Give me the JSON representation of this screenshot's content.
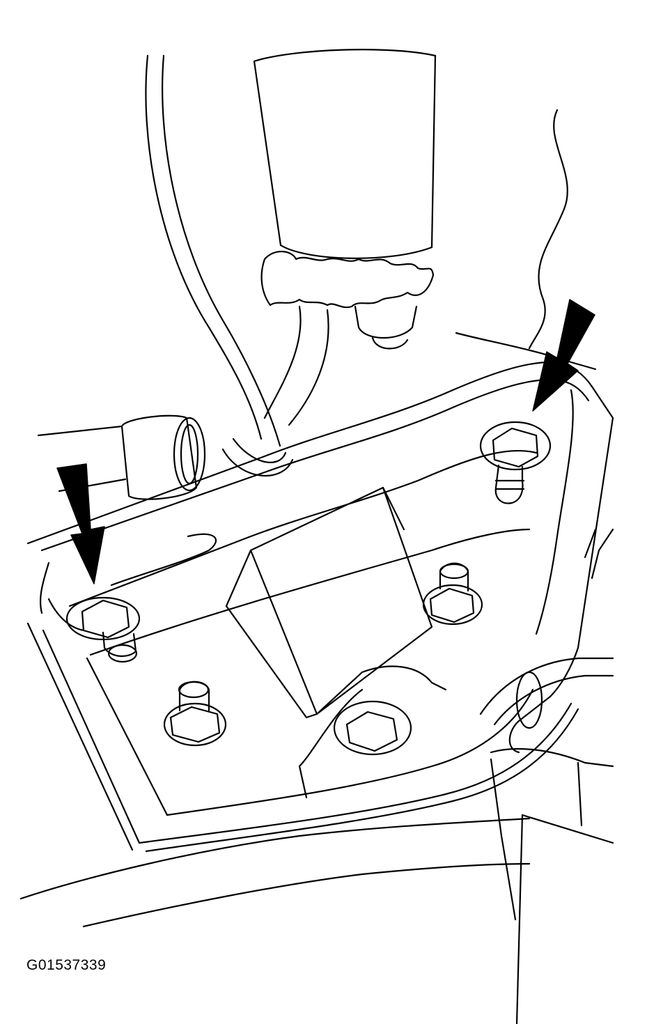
{
  "figure": {
    "id_label": "G01537339",
    "style": "black line-art technical illustration",
    "line_color": "#000000",
    "background_color": "#ffffff",
    "callouts": [
      {
        "name": "left-fastener-arrow",
        "points_to": "left-mounting-bolt"
      },
      {
        "name": "right-fastener-arrow",
        "points_to": "right-mounting-bolt"
      }
    ]
  }
}
